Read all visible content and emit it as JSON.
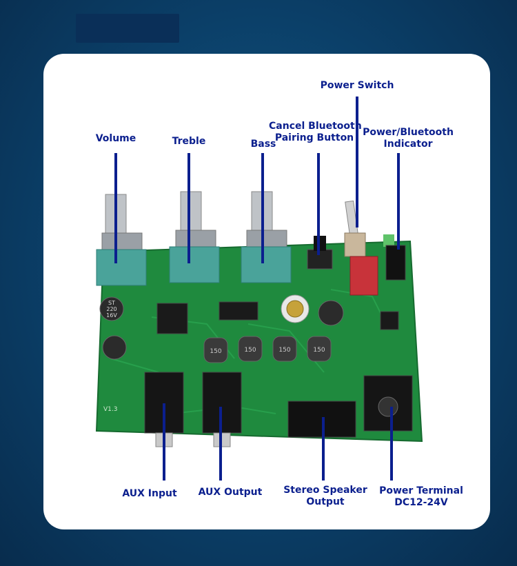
{
  "labels": {
    "volume": "Volume",
    "treble": "Treble",
    "bass": "Bass",
    "cancel_bt_line1": "Cancel Bluetooth",
    "cancel_bt_line2": "Pairing Button",
    "power_switch": "Power Switch",
    "indicator_line1": "Power/Bluetooth",
    "indicator_line2": "Indicator",
    "aux_input": "AUX Input",
    "aux_output": "AUX Output",
    "speaker_line1": "Stereo Speaker",
    "speaker_line2": "Output",
    "power_terminal_line1": "Power Terminal",
    "power_terminal_line2": "DC12-24V"
  },
  "components": {
    "inductor_marking": "150",
    "capacitor_line1": "ST",
    "capacitor_line2": "220",
    "capacitor_line3": "16V",
    "board_version": "V1.3"
  },
  "colors": {
    "label": "#0b1f8e",
    "pcb": "#1f8a3e",
    "knob_body": "#4aa39a",
    "background": "#0b3f68"
  }
}
